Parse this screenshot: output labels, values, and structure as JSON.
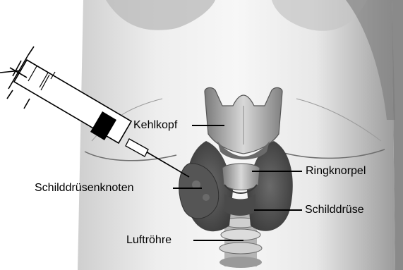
{
  "labels": {
    "larynx": "Kehlkopf",
    "cricoid": "Ringknorpel",
    "nodule": "Schilddrüsenknoten",
    "thyroid": "Schilddrüse",
    "trachea": "Luftröhre"
  }
}
